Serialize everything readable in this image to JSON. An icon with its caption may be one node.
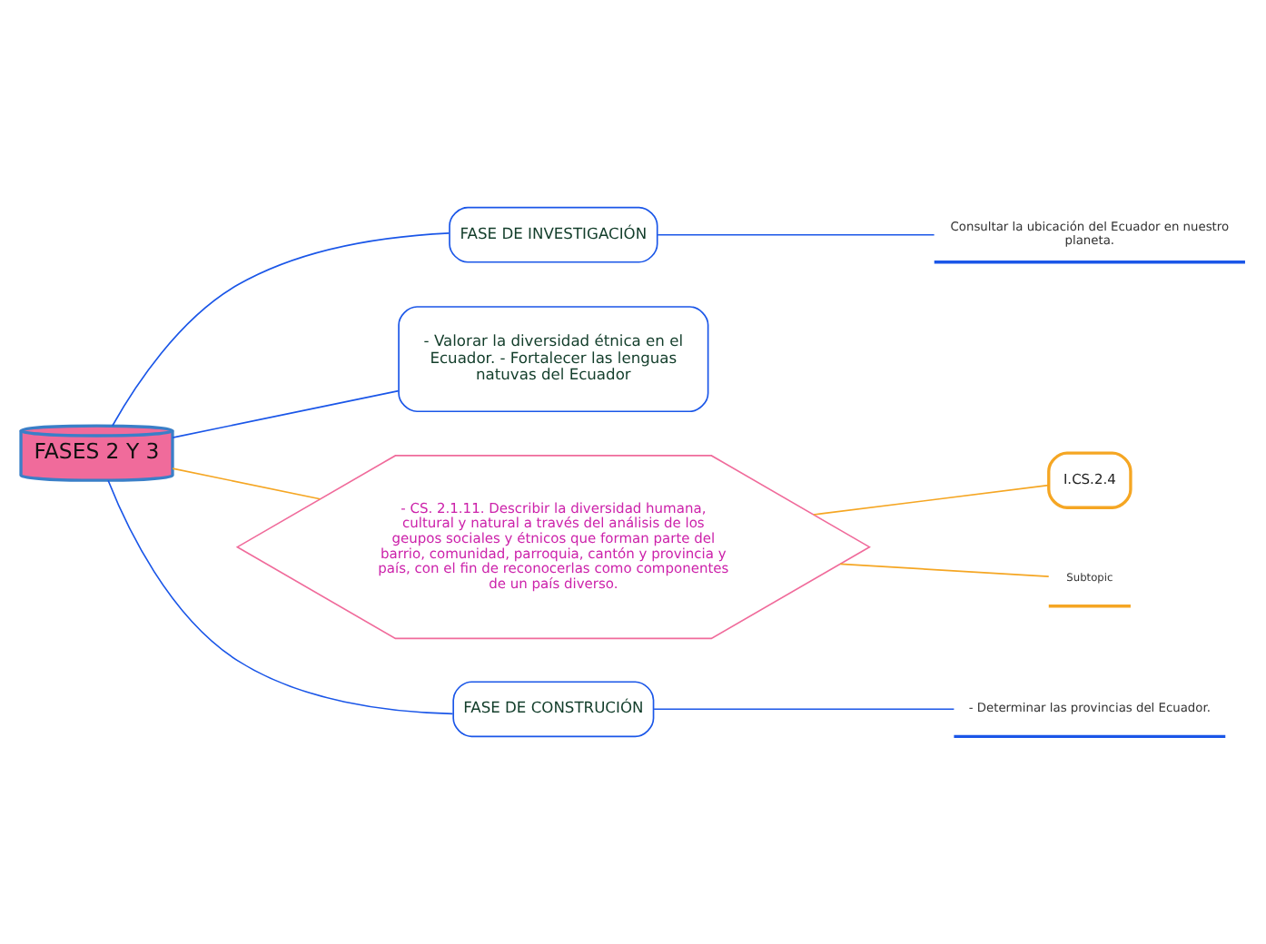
{
  "diagram": {
    "nodes": [
      {
        "text": [
          "FASES 2 Y 3"
        ]
      },
      {
        "text": [
          "FASE DE INVESTIGACIÓN"
        ]
      },
      {
        "text": [
          "Consultar la ubicación del Ecuador en nuestro planeta."
        ]
      },
      {
        "text": [
          "- Valorar la diversidad étnica en el Ecuador. - Fortalecer las lenguas natuvas del Ecuador"
        ]
      },
      {
        "text": [
          "- CS. 2.1.11. Describir la diversidad humana, cultural y natural a través del análisis de los geupos sociales y étnicos que forman parte del barrio, comunidad, parroquia, cantón y provincia y país, con el fin de reconocerlas como componentes de un país diverso."
        ]
      },
      {
        "text": [
          "I.CS.2.4"
        ]
      },
      {
        "text": [
          "Subtopic"
        ]
      },
      {
        "text": [
          "FASE DE CONSTRUCIÓN"
        ]
      },
      {
        "text": [
          "- Determinar las provincias del Ecuador."
        ]
      }
    ],
    "edges": [
      {
        "from": 0,
        "to": 1,
        "arrow": "none"
      },
      {
        "from": 1,
        "to": 2,
        "arrow": "none"
      },
      {
        "from": 0,
        "to": 3,
        "arrow": "none"
      },
      {
        "from": 0,
        "to": 4,
        "arrow": "none",
        "color": "#f5a623"
      },
      {
        "from": 4,
        "to": 5,
        "arrow": "none",
        "color": "#f5a623"
      },
      {
        "from": 4,
        "to": 6,
        "arrow": "none",
        "color": "#f5a623"
      },
      {
        "from": 0,
        "to": 7,
        "arrow": "none"
      },
      {
        "from": 7,
        "to": 8,
        "arrow": "none"
      }
    ]
  }
}
